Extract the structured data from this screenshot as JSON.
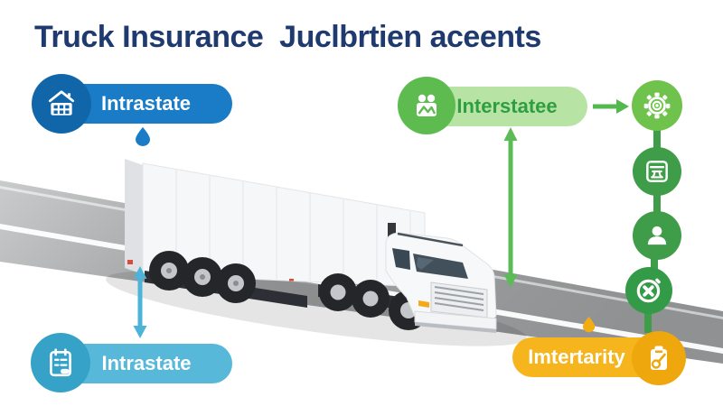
{
  "title": "Truck Insurance  Juclbrtien aceents",
  "badges": {
    "intrastate_top": {
      "label": "Intrastate",
      "icon": "bank-icon"
    },
    "interstate": {
      "label": "Interstatee",
      "icon": "people-icon"
    },
    "intrastate_bottom": {
      "label": "Intrastate",
      "icon": "clipboard-icon"
    },
    "intermodal": {
      "label": "Imtertarity",
      "icon": "clipboard-gauge-icon"
    }
  },
  "right_rail": {
    "icons": [
      "gear-icon",
      "terminal-icon",
      "person-icon",
      "x-circle-icon",
      "clipboard-gauge-icon"
    ]
  },
  "illustration": {
    "subject": "white semi truck with trailer on gray road",
    "markers": [
      "blue-droplet",
      "yellow-droplet"
    ],
    "arrows": [
      "blue-double-vertical",
      "green-double-vertical",
      "green-right"
    ]
  },
  "colors": {
    "title_navy": "#1e3a6e",
    "blue": "#1a7cc6",
    "blue_dark": "#1066a9",
    "green_pill": "#b7e4a4",
    "green_text": "#2f9e41",
    "green_icon": "#5dbb50",
    "rail_green_light": "#6fc24c",
    "rail_green": "#3f9d4a",
    "teal": "#57b8d9",
    "teal_dark": "#36a2c8",
    "yellow": "#f6b41d",
    "yellow_dark": "#efa70e",
    "road_gray": "#9a9a9a"
  }
}
